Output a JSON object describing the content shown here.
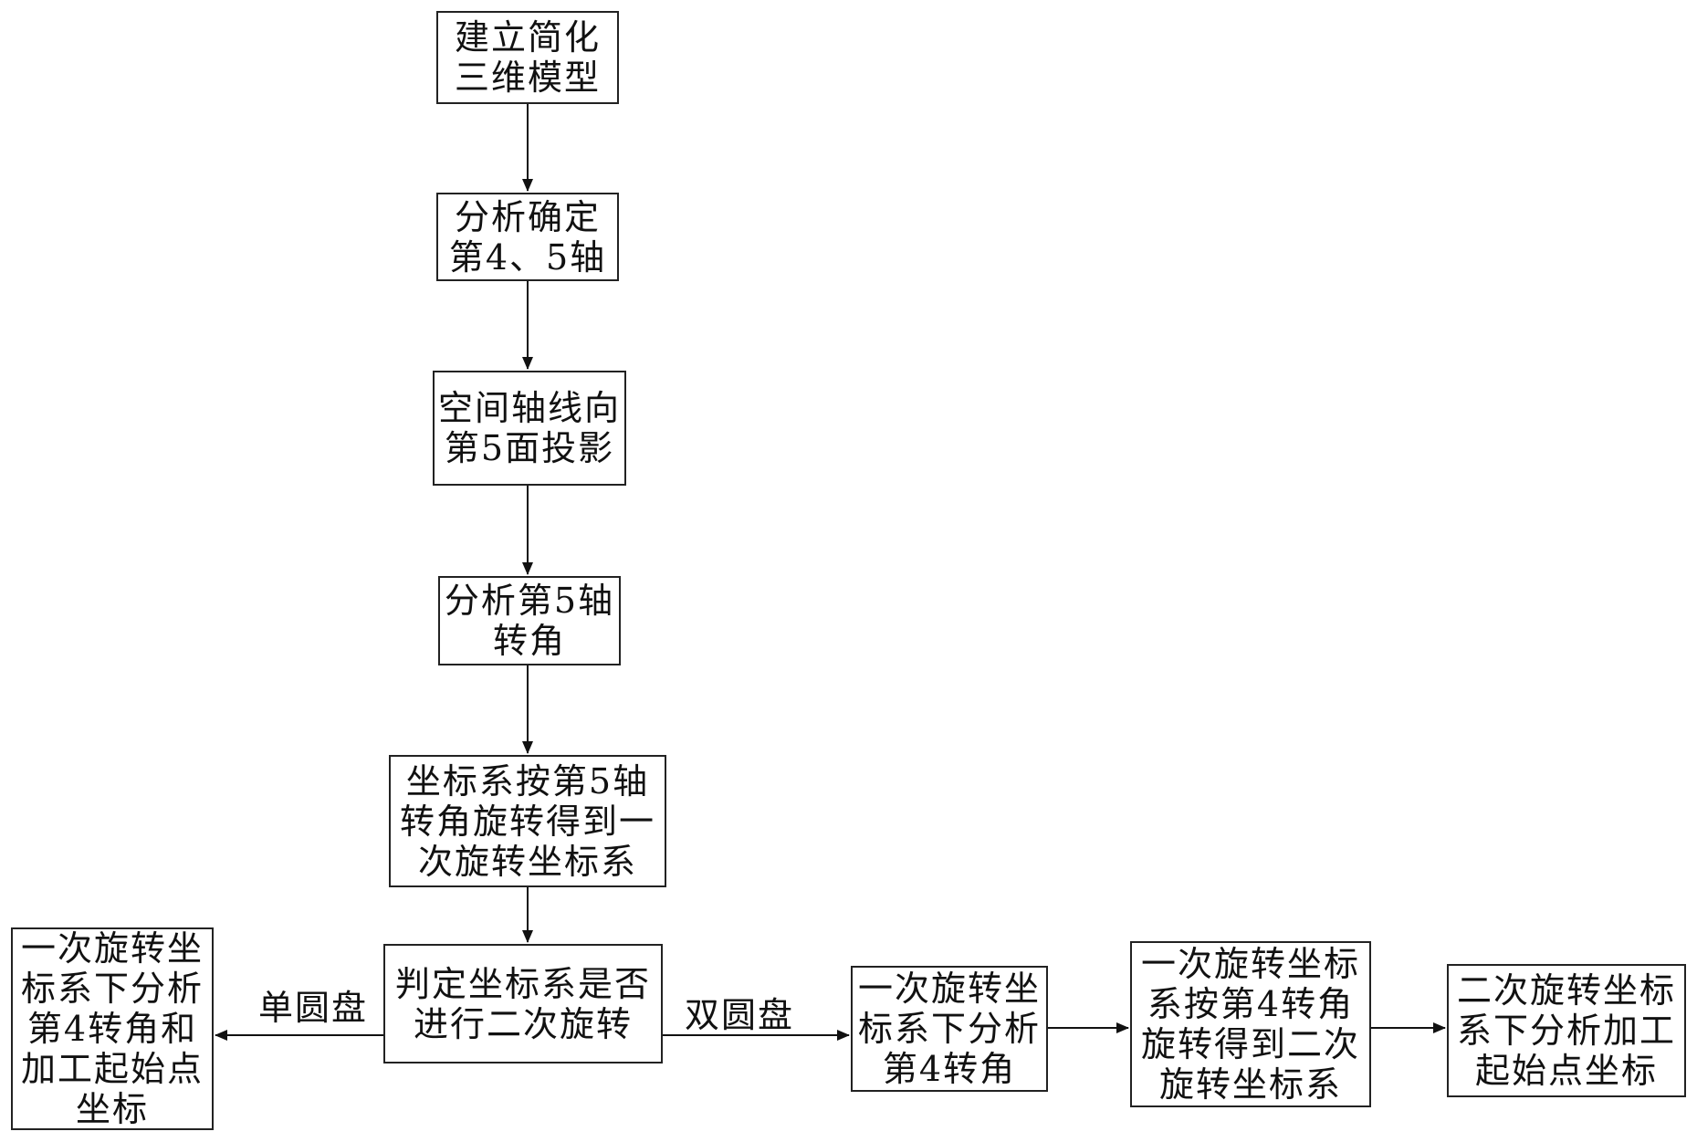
{
  "nodes": {
    "build_model": "建立简化\n三维模型",
    "analyze_axes": "分析确定\n第4、5轴",
    "project_axis": "空间轴线向\n第5面投影",
    "analyze_5th_angle": "分析第5轴\n转角",
    "rotate_first": "坐标系按第5轴\n转角旋转得到一\n次旋转坐标系",
    "decide_second": "判定坐标系是否\n进行二次旋转",
    "single_disc_result": "一次旋转坐\n标系下分析\n第4转角和\n加工起始点\n坐标",
    "double_analyze_4th": "一次旋转坐\n标系下分析\n第4转角",
    "rotate_second": "一次旋转坐标\n系按第4转角\n旋转得到二次\n旋转坐标系",
    "second_result": "二次旋转坐标\n系下分析加工\n起始点坐标"
  },
  "edge_labels": {
    "single_disc": "单圆盘",
    "double_disc": "双圆盘"
  }
}
